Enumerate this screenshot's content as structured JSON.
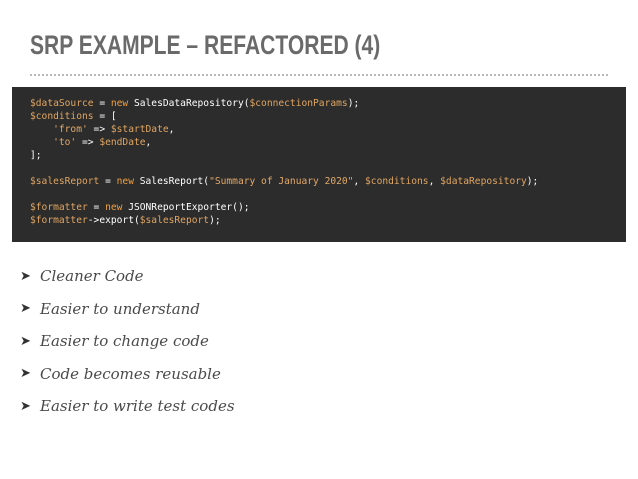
{
  "slide": {
    "title": "SRP EXAMPLE – REFACTORED (4)"
  },
  "code": {
    "lines": [
      [
        {
          "t": "$dataSource",
          "c": "var"
        },
        {
          "t": " = ",
          "c": "fn"
        },
        {
          "t": "new",
          "c": "kw"
        },
        {
          "t": " SalesDataRepository(",
          "c": "fn"
        },
        {
          "t": "$connectionParams",
          "c": "var"
        },
        {
          "t": ");",
          "c": "fn"
        }
      ],
      [
        {
          "t": "$conditions",
          "c": "var"
        },
        {
          "t": " = [",
          "c": "fn"
        }
      ],
      [
        {
          "t": "    ",
          "c": "fn"
        },
        {
          "t": "'from'",
          "c": "str"
        },
        {
          "t": " => ",
          "c": "fn"
        },
        {
          "t": "$startDate",
          "c": "var"
        },
        {
          "t": ",",
          "c": "fn"
        }
      ],
      [
        {
          "t": "    ",
          "c": "fn"
        },
        {
          "t": "'to'",
          "c": "str"
        },
        {
          "t": " => ",
          "c": "fn"
        },
        {
          "t": "$endDate",
          "c": "var"
        },
        {
          "t": ",",
          "c": "fn"
        }
      ],
      [
        {
          "t": "];",
          "c": "fn"
        }
      ],
      [],
      [
        {
          "t": "$salesReport",
          "c": "var"
        },
        {
          "t": " = ",
          "c": "fn"
        },
        {
          "t": "new",
          "c": "kw"
        },
        {
          "t": " SalesReport(",
          "c": "fn"
        },
        {
          "t": "\"Summary of January 2020\"",
          "c": "str"
        },
        {
          "t": ", ",
          "c": "fn"
        },
        {
          "t": "$conditions",
          "c": "var"
        },
        {
          "t": ", ",
          "c": "fn"
        },
        {
          "t": "$dataRepository",
          "c": "var"
        },
        {
          "t": ");",
          "c": "fn"
        }
      ],
      [],
      [
        {
          "t": "$formatter",
          "c": "var"
        },
        {
          "t": " = ",
          "c": "fn"
        },
        {
          "t": "new",
          "c": "kw"
        },
        {
          "t": " JSONReportExporter();",
          "c": "fn"
        }
      ],
      [
        {
          "t": "$formatter",
          "c": "var"
        },
        {
          "t": "->export(",
          "c": "fn"
        },
        {
          "t": "$salesReport",
          "c": "var"
        },
        {
          "t": ");",
          "c": "fn"
        }
      ]
    ]
  },
  "bullets": {
    "marker": "➤",
    "items": [
      "Cleaner Code",
      "Easier to understand",
      "Easier to change code",
      "Code becomes reusable",
      "Easier to write test codes"
    ]
  }
}
